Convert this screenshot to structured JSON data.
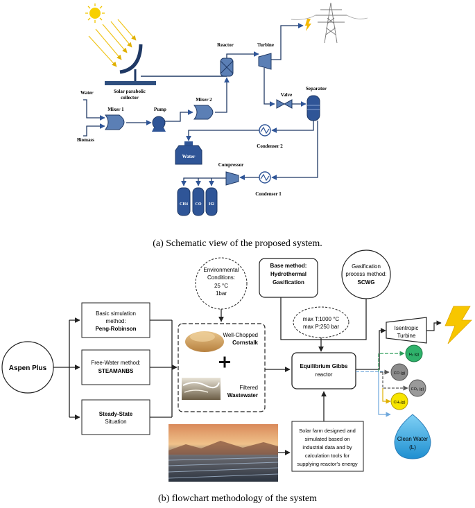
{
  "part_a": {
    "caption": "(a) Schematic view of the proposed system.",
    "labels": {
      "solar_collector_1": "Solar parabolic",
      "solar_collector_2": "collector",
      "reactor": "Reactor",
      "turbine": "Turbine",
      "valve": "Valve",
      "separator": "Separator",
      "water_in": "Water",
      "biomass_in": "Biomass",
      "mixer1": "Mixer 1",
      "pump": "Pump",
      "mixer2": "Mixer 2",
      "condenser2": "Condenser 2",
      "water_tank": "Water",
      "compressor": "Compressor",
      "condenser1": "Condenser 1",
      "ch4": "CH4",
      "co": "CO",
      "h2": "H2"
    }
  },
  "part_b": {
    "caption": "(b) flowchart methodology of the system",
    "aspen": "Aspen Plus",
    "basic_sim_1": "Basic simulation",
    "basic_sim_2": "method:",
    "basic_sim_3": "Peng-Robinson",
    "free_water_1": "Free-Water method:",
    "free_water_2": "STEAMANBS",
    "steady_1": "Steady-State",
    "steady_2": "Situation",
    "env_1": "Environmental",
    "env_2": "Conditions:",
    "env_3": "25 °C",
    "env_4": "1bar",
    "base_1": "Base method:",
    "base_2": "Hydrothermal",
    "base_3": "Gasification",
    "gas_1": "Gasification",
    "gas_2": "process method:",
    "gas_3": "SCWG",
    "max_1": "max T:1000 °C",
    "max_2": "max P:250 bar",
    "cornstalk_1": "Well-Chopped",
    "cornstalk_2": "Cornstalk",
    "wastewater_1": "Filtered",
    "wastewater_2": "Wastewater",
    "reactor_1": "Equilibrium Gibbs",
    "reactor_2": "reactor",
    "turbine_1": "Isentropic",
    "turbine_2": "Turbine",
    "solar_1": "Solar farm designed and",
    "solar_2": "simulated based on",
    "solar_3": "industrial data and by",
    "solar_4": "calculation tools for",
    "solar_5": "supplying reactor's energy",
    "h2": "H₂ (g)",
    "co": "CO (g)",
    "co2": "CO₂ (g)",
    "ch4": "CH₄(g)",
    "water_1": "Clean Water",
    "water_2": "(L)"
  }
}
